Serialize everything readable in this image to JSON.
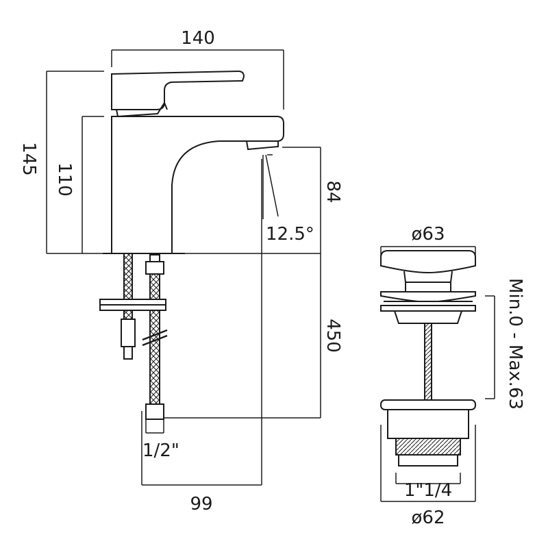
{
  "dimensions": {
    "tap_width": "140",
    "tap_total_height": "145",
    "tap_body_height": "110",
    "spout_clearance": "84",
    "spout_angle": "12.5°",
    "hose_length": "450",
    "connection_size": "1/2\"",
    "spout_reach": "99",
    "waste_cap_diameter": "ø63",
    "waste_range": "Min.0 - Max.63",
    "waste_thread": "1\"1/4",
    "waste_base_diameter": "ø62"
  },
  "colors": {
    "line": "#1a1a1a",
    "background": "#ffffff"
  }
}
